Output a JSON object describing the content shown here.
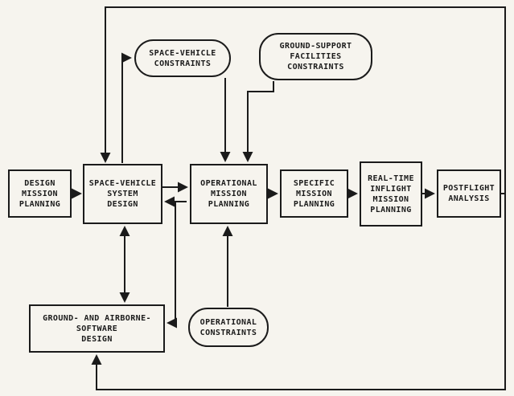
{
  "figure": {
    "type": "flowchart",
    "description": "Mission planning process flow diagram (scanned technical figure)"
  },
  "palette": {
    "paper": "#f6f4ee",
    "ink": "#1b1b1b"
  },
  "nodes": {
    "design": {
      "label": "DESIGN\nMISSION\nPLANNING",
      "shape": "rect"
    },
    "sv_design": {
      "label": "SPACE-VEHICLE\nSYSTEM\nDESIGN",
      "shape": "rect"
    },
    "op_planning": {
      "label": "OPERATIONAL\nMISSION\nPLANNING",
      "shape": "rect"
    },
    "specific": {
      "label": "SPECIFIC\nMISSION\nPLANNING",
      "shape": "rect"
    },
    "realtime": {
      "label": "REAL-TIME\nINFLIGHT\nMISSION\nPLANNING",
      "shape": "rect"
    },
    "postflight": {
      "label": "POSTFLIGHT\nANALYSIS",
      "shape": "rect"
    },
    "software": {
      "label": "GROUND- AND AIRBORNE-\nSOFTWARE\nDESIGN",
      "shape": "rect"
    },
    "sv_constraints": {
      "label": "SPACE-VEHICLE\nCONSTRAINTS",
      "shape": "rounded"
    },
    "gs_constraints": {
      "label": "GROUND-SUPPORT\nFACILITIES\nCONSTRAINTS",
      "shape": "rounded"
    },
    "op_constraints": {
      "label": "OPERATIONAL\nCONSTRAINTS",
      "shape": "rounded"
    }
  },
  "edges": [
    "design -> sv_design",
    "sv_design <-> op_planning",
    "op_planning -> specific",
    "specific -> realtime",
    "realtime -> postflight",
    "sv_design <-> software",
    "op_planning branch -> software",
    "op_constraints -> op_planning",
    "sv_design -> sv_constraints",
    "sv_constraints -> op_planning",
    "gs_constraints -> op_planning",
    "postflight -> feedback loop -> sv_design",
    "feedback loop -> software"
  ]
}
